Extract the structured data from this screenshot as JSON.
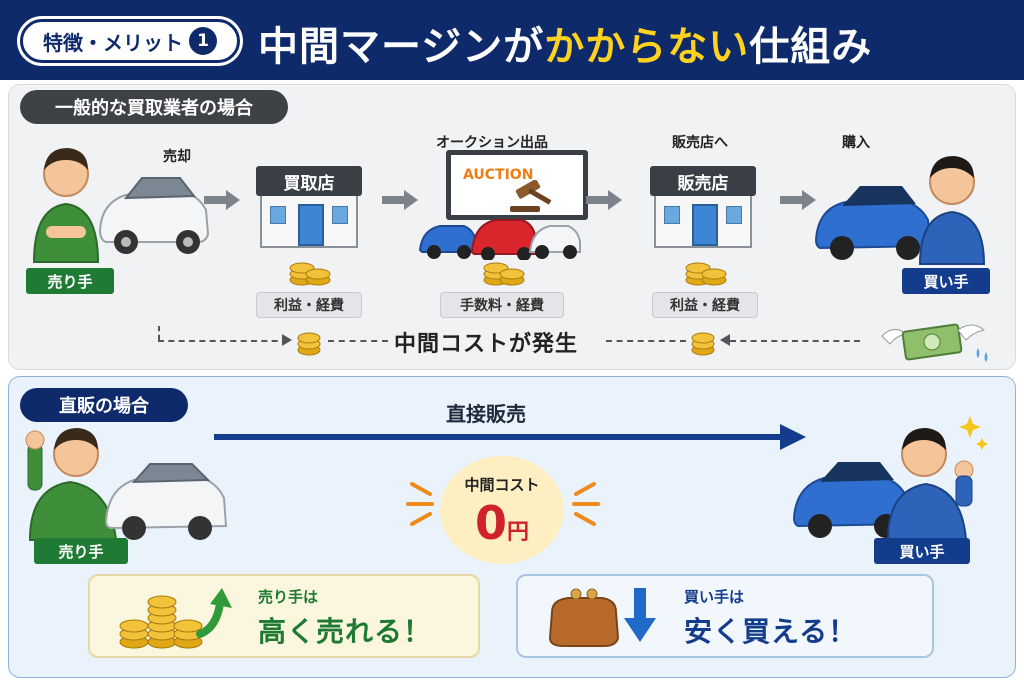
{
  "header": {
    "badge_label": "特徴・メリット",
    "badge_number": "1",
    "title_part1": "中間マージンが",
    "title_highlight": "かからない",
    "title_part2": "仕組み"
  },
  "general_case": {
    "heading": "一般的な買取業者の場合",
    "step_labels": {
      "sell": "売却",
      "auction": "オークション出品",
      "to_dealer": "販売店へ",
      "purchase": "購入"
    },
    "seller_label": "売り手",
    "buyer_label": "買い手",
    "buyer_shop": "買取店",
    "auction_board": "AUCTION",
    "dealer_shop": "販売店",
    "costs": [
      "利益・経費",
      "手数料・経費",
      "利益・経費"
    ],
    "middle_cost": "中間コストが発生"
  },
  "direct_case": {
    "heading": "直販の場合",
    "arrow_label": "直接販売",
    "seller_label": "売り手",
    "buyer_label": "買い手",
    "cost_title": "中間コスト",
    "cost_value": "0",
    "cost_unit": "円",
    "seller_benefit_small": "売り手は",
    "seller_benefit_big": "高く売れる！",
    "buyer_benefit_small": "買い手は",
    "buyer_benefit_big": "安く買える！"
  },
  "colors": {
    "navy": "#0e2a6b",
    "highlight": "#ffd21f",
    "seller_green": "#1f7a34",
    "buyer_blue": "#143c8c",
    "zero_red": "#d0222a"
  }
}
